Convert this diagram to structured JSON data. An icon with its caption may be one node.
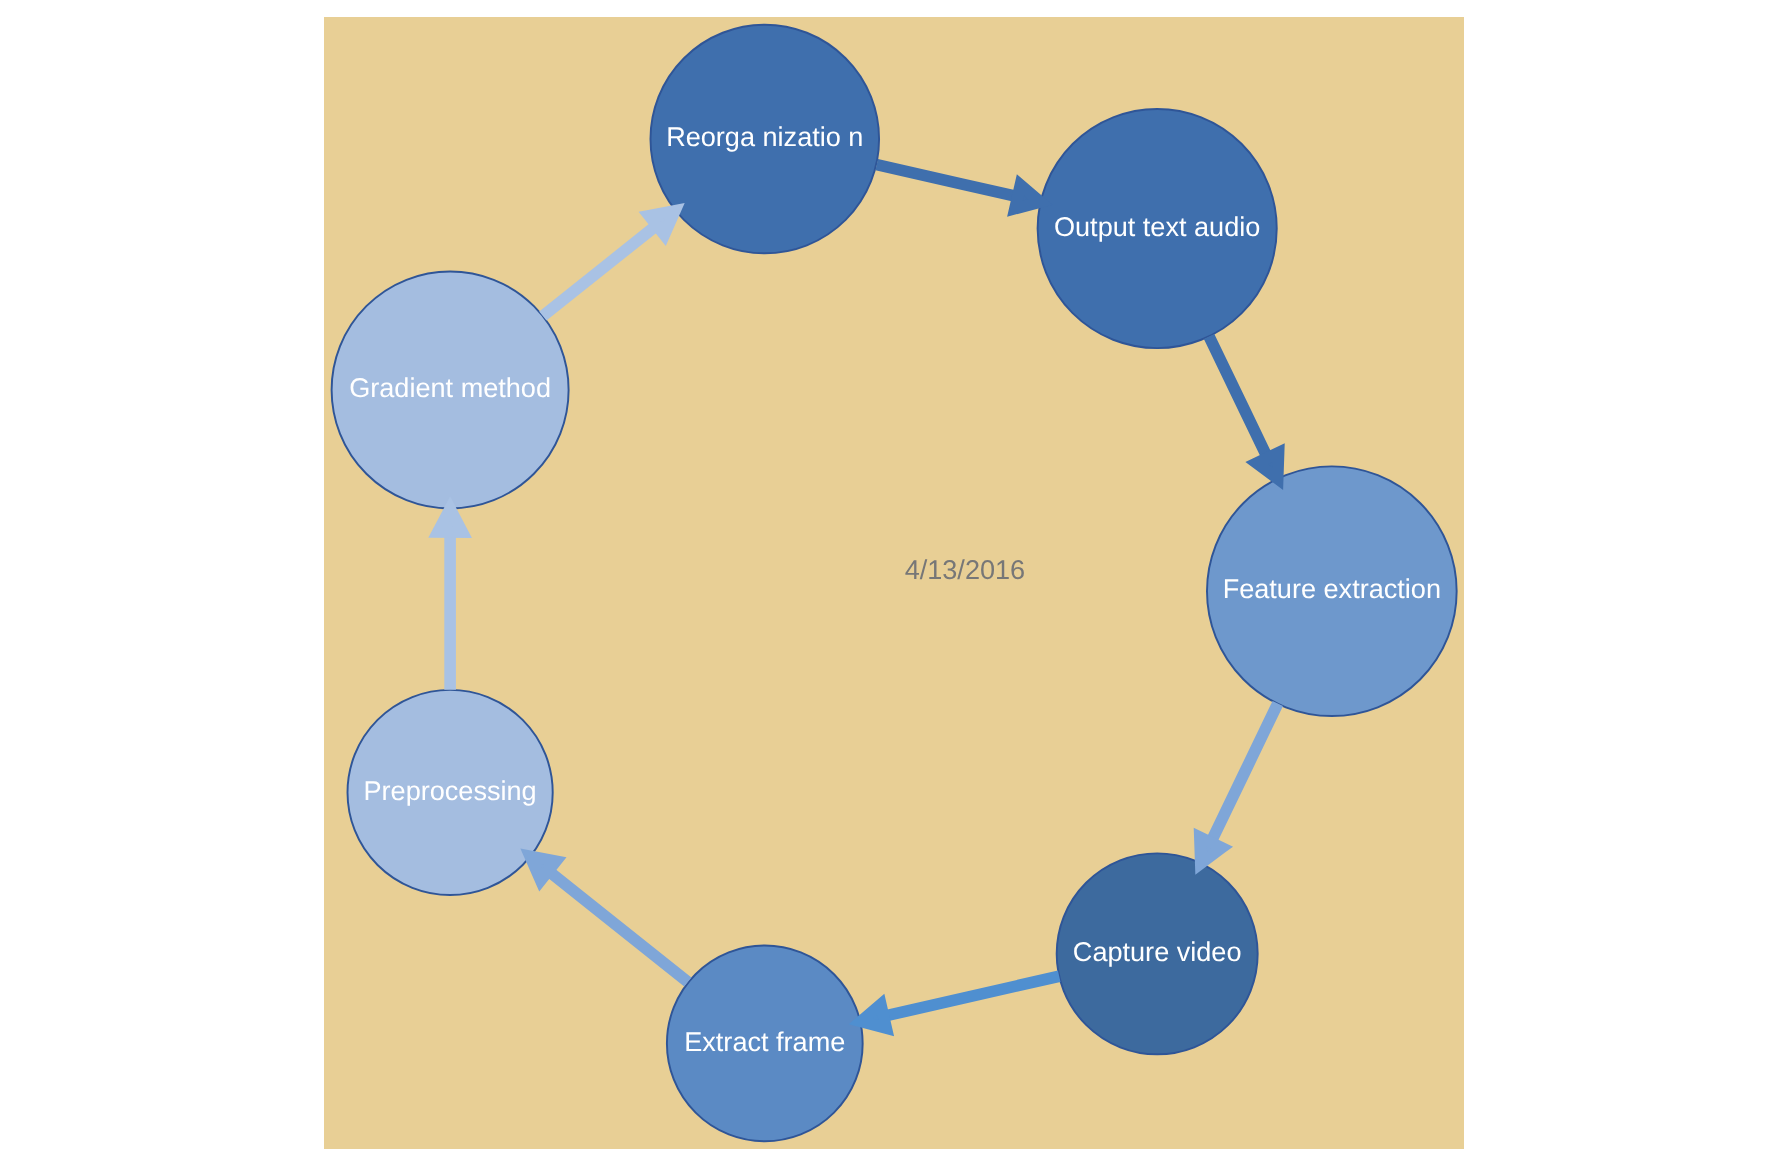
{
  "diagram": {
    "nodes": [
      {
        "text": [
          "Capture video"
        ]
      },
      {
        "text": [
          "Extract frame"
        ]
      },
      {
        "text": [
          "Preprocessing"
        ]
      },
      {
        "text": [
          "Gradient method"
        ]
      },
      {
        "text": [
          "Reorga nizatio n"
        ]
      },
      {
        "text": [
          "Output text audio"
        ]
      },
      {
        "text": [
          "Feature extraction"
        ]
      }
    ],
    "edges": [
      {
        "from": 6,
        "to": 0,
        "arrow": "to",
        "color": "#7fa6d8"
      },
      {
        "from": 0,
        "to": 1,
        "arrow": "to",
        "color": "#4f8fd0"
      },
      {
        "from": 1,
        "to": 2,
        "arrow": "to",
        "color": "#7fa6d8"
      },
      {
        "from": 2,
        "to": 3,
        "arrow": "to",
        "color": "#a9c2e4"
      },
      {
        "from": 3,
        "to": 4,
        "arrow": "to",
        "color": "#a9c2e4"
      },
      {
        "from": 4,
        "to": 5,
        "arrow": "to",
        "color": "#3f6fad"
      },
      {
        "from": 5,
        "to": 6,
        "arrow": "to",
        "color": "#3f6fad"
      }
    ],
    "labels": [
      "4/13/2016"
    ]
  }
}
